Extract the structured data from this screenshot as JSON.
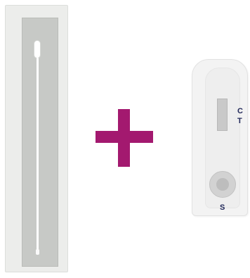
{
  "scene": {
    "swab_package": {
      "item": "swab-package",
      "colors": {
        "outer": "#ecedeb",
        "inner": "#c7c9c6",
        "swab": "#ffffff"
      }
    },
    "plus_sign": {
      "color": "#a3196f"
    },
    "cassette": {
      "label_c": "C",
      "label_t": "T",
      "label_s": "S",
      "colors": {
        "body": "#f3f3f3",
        "window": "#c9c9c9",
        "well": "#d2d2d2",
        "labels": "#22295a"
      }
    }
  }
}
